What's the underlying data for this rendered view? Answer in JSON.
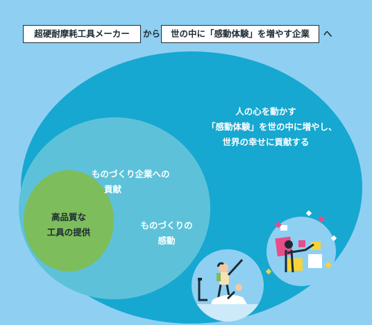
{
  "heading": {
    "part1": "超硬耐摩耗工具メーカー",
    "part2": "から",
    "part3": "世の中に「感動体験」を増やす企業",
    "part4": "へ"
  },
  "circles": {
    "outer": {
      "line1": "人の心を動かす",
      "line2": "「感動体験」を世の中に増やし、",
      "line3": "世界の幸せに貢献する"
    },
    "middle": {
      "line1": "ものづくり企業への",
      "line2": "貢献"
    },
    "middle_inner": {
      "line1": "ものづくりの",
      "line2": "感動"
    },
    "inner": {
      "line1": "高品質な",
      "line2": "工具の提供"
    }
  },
  "colors": {
    "background": "#8fd0f2",
    "outer_ellipse": "#16a8d1",
    "middle_ellipse": "#5dc2d9",
    "inner_circle": "#7dbd5b",
    "text_dark": "#1d2a33"
  },
  "illustrations": [
    {
      "name": "people-celebrating-illustration"
    },
    {
      "name": "people-with-screens-illustration"
    }
  ]
}
